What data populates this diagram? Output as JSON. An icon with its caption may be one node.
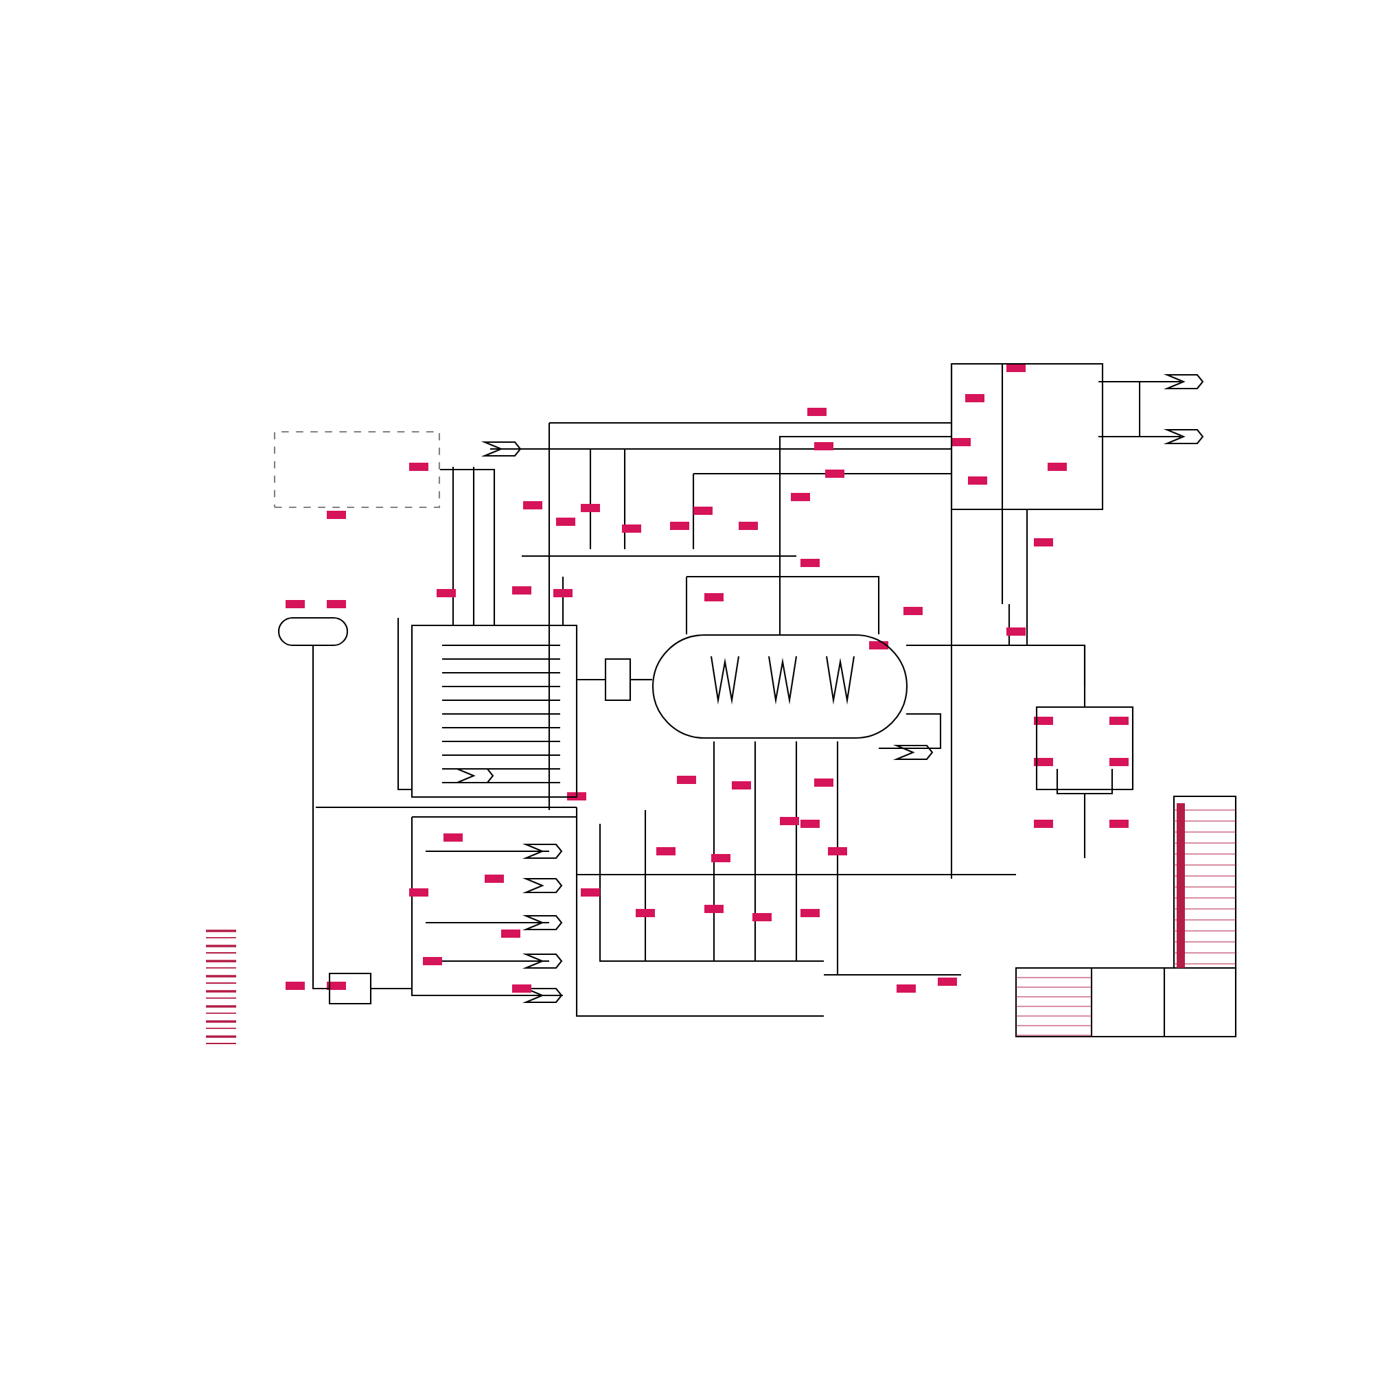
{
  "diagram": {
    "nodes": [
      {
        "text": [],
        "shape": "box"
      },
      {
        "text": [],
        "shape": "cylinder"
      },
      {
        "text": [],
        "shape": "box"
      },
      {
        "text": [],
        "shape": "box"
      },
      {
        "text": [],
        "shape": "cylinder"
      },
      {
        "text": [],
        "shape": "box"
      },
      {
        "text": [],
        "shape": "box"
      },
      {
        "text": [],
        "shape": "box"
      }
    ],
    "edges": [
      {
        "from": 0,
        "to": 2,
        "arrow": "none"
      },
      {
        "from": 2,
        "to": 3,
        "arrow": "none"
      },
      {
        "from": 3,
        "to": 4,
        "arrow": "none"
      },
      {
        "from": 4,
        "to": 5,
        "arrow": "none"
      },
      {
        "from": 5,
        "to": 6,
        "arrow": "none"
      },
      {
        "from": 1,
        "to": 7,
        "arrow": "none"
      }
    ]
  }
}
